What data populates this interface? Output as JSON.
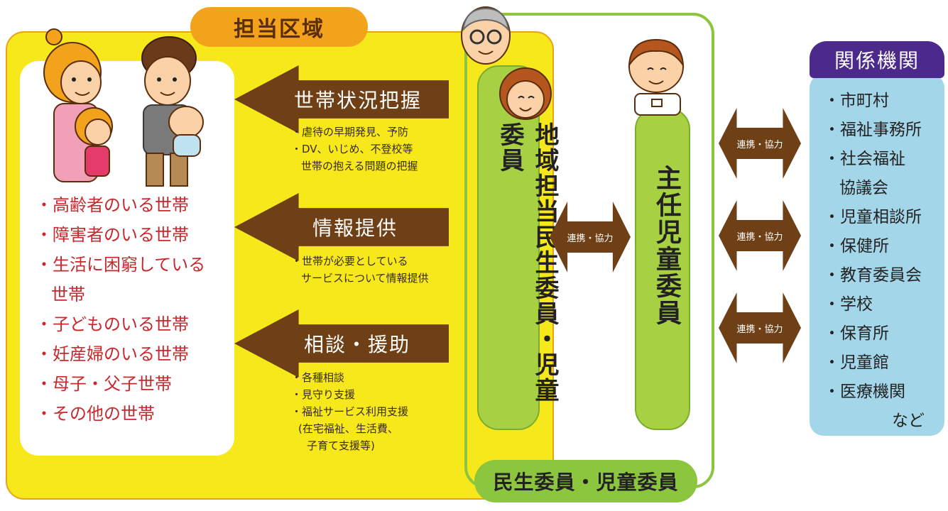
{
  "area": {
    "title": "担当区域",
    "households": [
      "・高齢者のいる世帯",
      "・障害者のいる世帯",
      "・生活に困窮している",
      "世帯",
      "・子どものいる世帯",
      "・妊産婦のいる世帯",
      "・母子・父子世帯",
      "・その他の世帯"
    ]
  },
  "activities": [
    {
      "label": "世帯状況把握",
      "notes": [
        "・虐待の早期発見、予防",
        "・DV、いじめ、不登校等",
        "世帯の抱える問題の把握"
      ]
    },
    {
      "label": "情報提供",
      "notes": [
        "・世帯が必要としている",
        "サービスについて情報提供"
      ]
    },
    {
      "label": "相談・援助",
      "notes": [
        "・各種相談",
        "・見守り支援",
        "・福祉サービス利用支援",
        "(在宅福祉、生活費、",
        "子育て支援等)"
      ]
    }
  ],
  "committee": {
    "regional": "地域担当民生委員・児童委員",
    "chief": "主任児童委員",
    "label": "民生委員・児童委員"
  },
  "links": {
    "cooperation": "連携・協力"
  },
  "agencies": {
    "title": "関係機関",
    "items": [
      "・市町村",
      "・福祉事務所",
      "・社会福祉",
      "協議会",
      "・児童相談所",
      "・保健所",
      "・教育委員会",
      "・学校",
      "・保育所",
      "・児童館",
      "・医療機関",
      "など"
    ]
  },
  "colors": {
    "area_yellow": "#f7e81c",
    "area_orange": "#f3a21c",
    "arrow_brown": "#6f3f16",
    "household_red": "#c8282d",
    "committee_green": "#8cc63f",
    "agency_blue": "#a4d6ea",
    "agency_purple": "#4b2a8b"
  }
}
